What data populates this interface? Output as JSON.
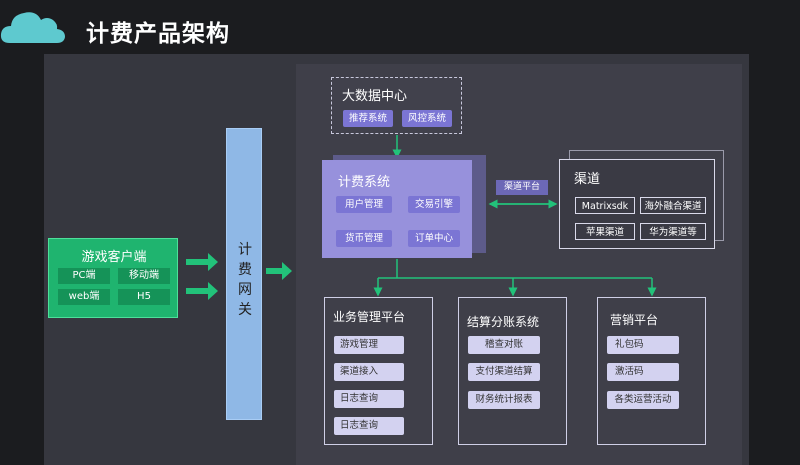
{
  "title": "计费产品架构",
  "colors": {
    "green": "#1fb46f",
    "gateway": "#8fb8e6",
    "purple": "#9791dc",
    "chip": "#7b75d4",
    "light_chip": "#d3d2f0"
  },
  "client": {
    "title": "游戏客户端",
    "items": [
      "PC端",
      "移动端",
      "web端",
      "H5"
    ]
  },
  "gateway": {
    "chars": [
      "计",
      "费",
      "网",
      "关"
    ]
  },
  "bigdata": {
    "title": "大数据中心",
    "items": [
      "推荐系统",
      "风控系统"
    ]
  },
  "billing": {
    "title": "计费系统",
    "items": [
      "用户管理",
      "交易引擎",
      "货币管理",
      "订单中心"
    ]
  },
  "channel_platform": "渠道平台",
  "channels": {
    "title": "渠道",
    "items": [
      "Matrixsdk",
      "海外融合渠道",
      "苹果渠道",
      "华为渠道等"
    ]
  },
  "business": {
    "title": "业务管理平台",
    "items": [
      "游戏管理",
      "渠道接入",
      "日志查询",
      "日志查询"
    ]
  },
  "settlement": {
    "title": "结算分账系统",
    "items": [
      "稽查对账",
      "支付渠道结算",
      "财务统计报表"
    ]
  },
  "marketing": {
    "title": "营销平台",
    "items": [
      "礼包码",
      "激活码",
      "各类运营活动"
    ]
  }
}
